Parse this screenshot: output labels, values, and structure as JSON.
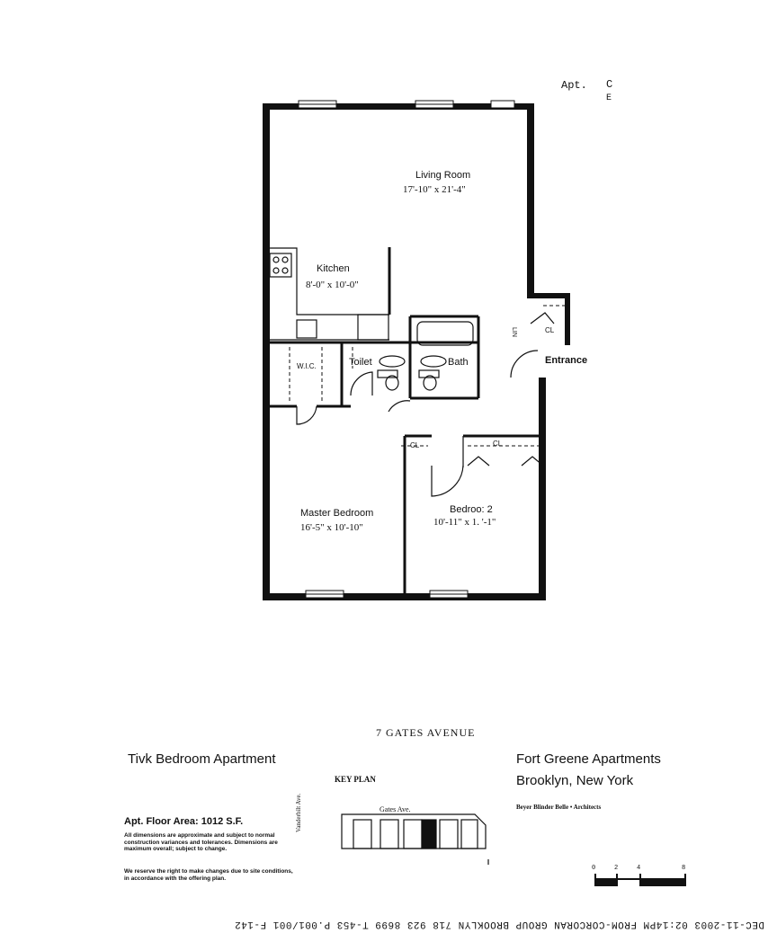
{
  "apt": {
    "label": "Apt.",
    "line1": "C",
    "line2": "E"
  },
  "rooms": {
    "living": {
      "name": "Living Room",
      "dims": "17'-10\" x 21'-4\""
    },
    "kitchen": {
      "name": "Kitchen",
      "dims": "8'-0\" x 10'-0\""
    },
    "wic": {
      "name": "W.I.C."
    },
    "toilet": {
      "name": "Toilet"
    },
    "bath": {
      "name": "Bath"
    },
    "master": {
      "name": "Master Bedroom",
      "dims": "16'-5\" x 10'-10\""
    },
    "bedroom2": {
      "name": "Bedroo: 2",
      "dims": "10'-11\" x 1. '-1\""
    },
    "entrance": {
      "name": "Entrance"
    },
    "cl_entry": {
      "name": "CL"
    },
    "cl_bed": {
      "name": "CL"
    },
    "cl_bed2": {
      "name": "CL"
    },
    "linen": {
      "name": "LIN"
    }
  },
  "address": "7   GATES AVENUE",
  "title": "Tivk  Bedroom Apartment",
  "key_plan": {
    "label": "KEY PLAN",
    "street_top": "Gates Ave.",
    "street_side": "Vanderbilt Ave."
  },
  "floor_area": "Apt. Floor Area:  1012 S.F.",
  "disclaimer1": "All dimensions are approximate and subject to normal construction variances and tolerances. Dimensions are maximum overall; subject to change.",
  "disclaimer2": "We reserve the right to make changes due to site conditions, in accordance with the offering plan.",
  "project": {
    "name": "Fort Greene  Apartments",
    "city": "Brooklyn,  New York"
  },
  "architect": "Beyer Blinder Belle  •  Architects",
  "scale": {
    "marks": [
      "0",
      "2",
      "4",
      "8"
    ]
  },
  "fax_line": "DEC-11-2003  02:14PM    FROM-CORCORAN GROUP BROOKLYN          718 923 8699        T-453   P.001/001    F-142"
}
